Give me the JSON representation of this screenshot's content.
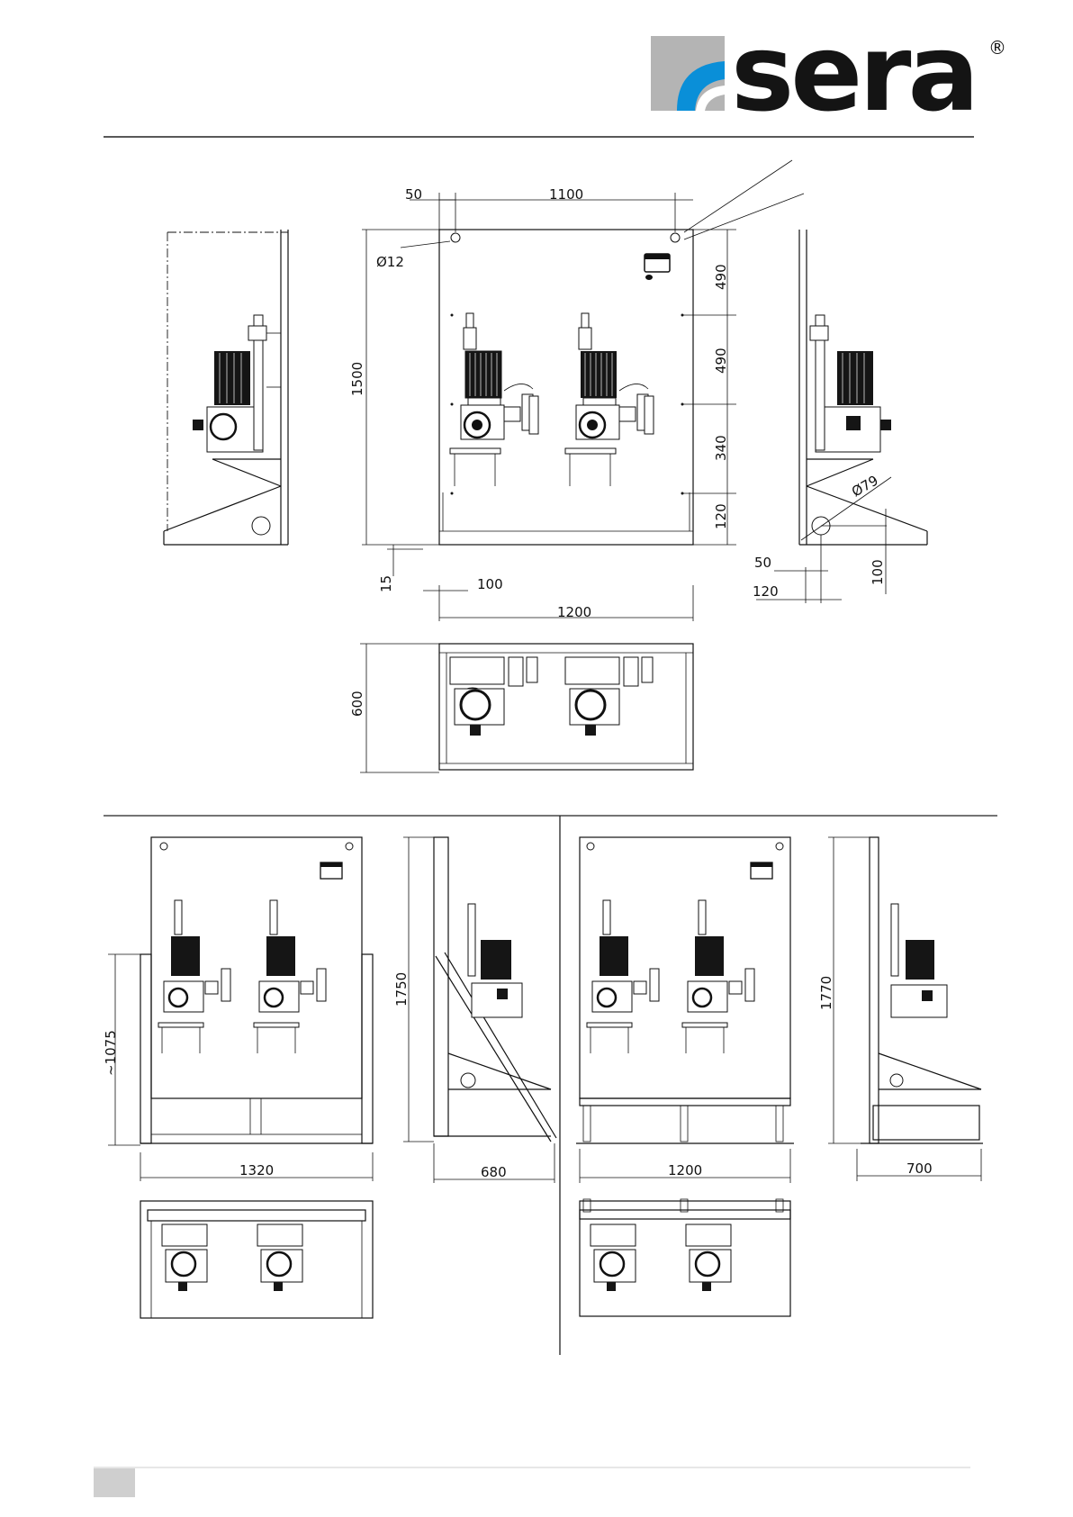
{
  "brand": {
    "name": "sera",
    "registered_mark": "®",
    "colors": {
      "grey": "#b4b4b4",
      "blue": "#0a8fd8",
      "dark": "#141414"
    }
  },
  "main_view": {
    "dims": {
      "top_offset": "50",
      "hole_spacing": "1100",
      "hole_dia": "Ø12",
      "height": "1500",
      "v1": "490",
      "v2": "490",
      "v3": "340",
      "v4": "120",
      "bottom_offset": "15",
      "foot_offset": "100",
      "width": "1200"
    }
  },
  "side_view_right": {
    "dims": {
      "pipe_dia": "Ø79",
      "x1": "50",
      "x2": "120",
      "y1": "100"
    }
  },
  "top_view": {
    "dims": {
      "depth": "600"
    }
  },
  "variant_left": {
    "dims": {
      "height_approx": "~1075",
      "width": "1320",
      "height": "1750",
      "depth": "680"
    }
  },
  "variant_right": {
    "dims": {
      "width": "1200",
      "height": "1770",
      "depth": "700"
    }
  },
  "footer": {
    "page_marker": ""
  }
}
